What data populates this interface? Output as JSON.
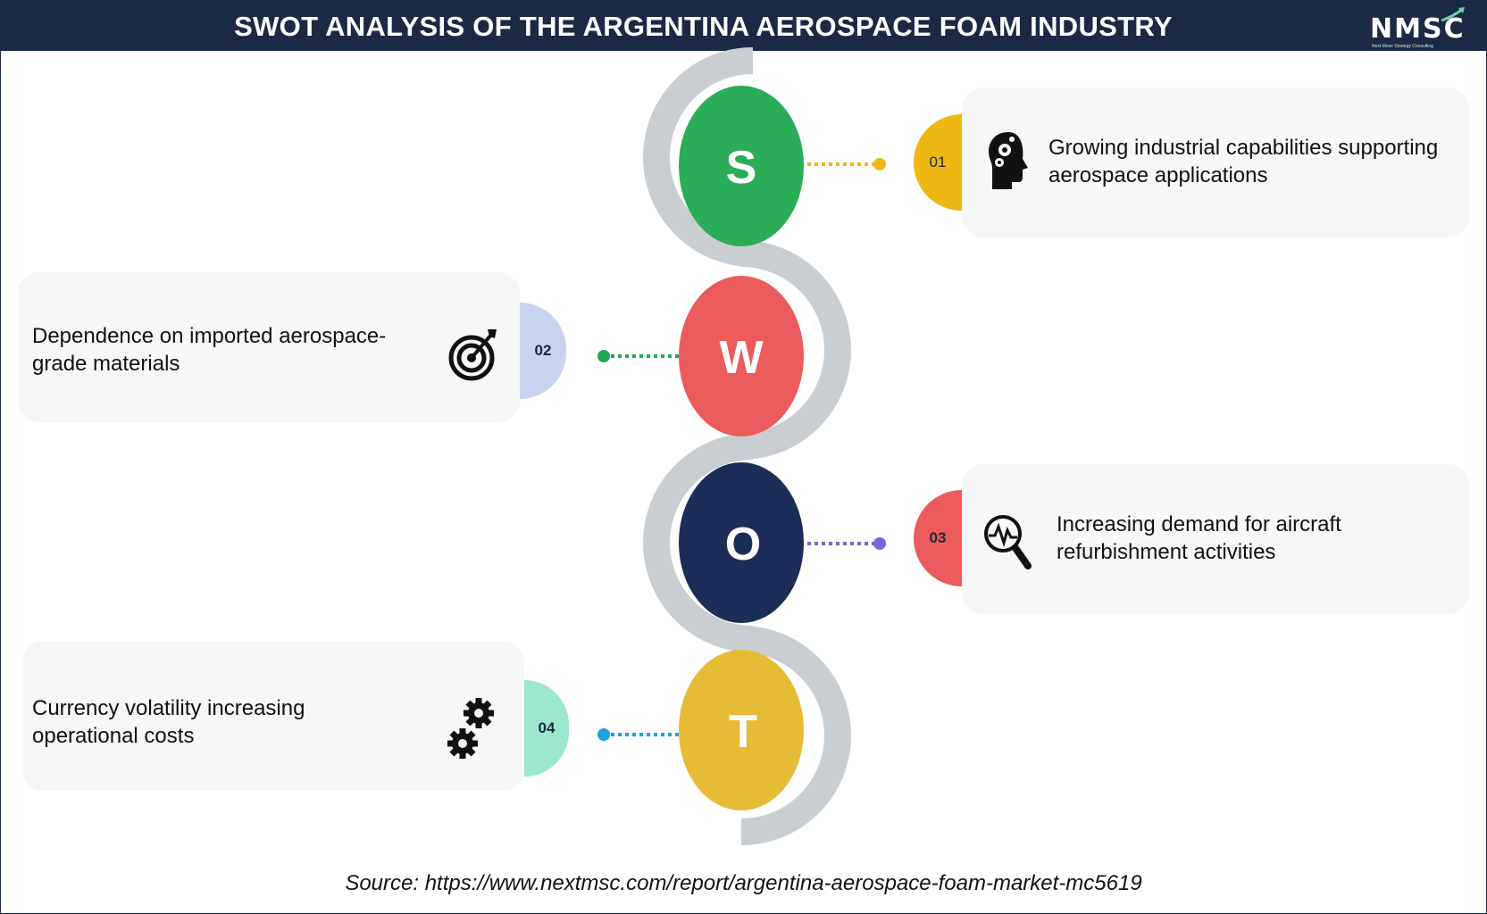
{
  "header": {
    "title": "SWOT ANALYSIS OF THE ARGENTINA AEROSPACE FOAM INDUSTRY",
    "logo_text": "NMSC",
    "logo_subtitle": "Next Move Strategy Consulting"
  },
  "items": [
    {
      "letter": "S",
      "number": "01",
      "text": "Growing industrial capabilities supporting aerospace applications",
      "icon": "brain-gears-icon",
      "circle_color": "#2bac57",
      "tab_color": "#eeb714",
      "dot_color": "#eeb714"
    },
    {
      "letter": "W",
      "number": "02",
      "text": "Dependence on imported aerospace-grade materials",
      "icon": "target-icon",
      "circle_color": "#ec5b5b",
      "tab_color": "#c8d4ee",
      "dot_color": "#1faa4f"
    },
    {
      "letter": "O",
      "number": "03",
      "text": "Increasing demand for aircraft refurbishment activities",
      "icon": "magnifier-pulse-icon",
      "circle_color": "#1c2d57",
      "tab_color": "#ec5b5b",
      "dot_color": "#7e62d6"
    },
    {
      "letter": "T",
      "number": "04",
      "text": "Currency volatility increasing operational costs",
      "icon": "gears-icon",
      "circle_color": "#e6bb36",
      "tab_color": "#9be8cf",
      "dot_color": "#19a4e0"
    }
  ],
  "source": "Source: https://www.nextmsc.com/report/argentina-aerospace-foam-market-mc5619"
}
